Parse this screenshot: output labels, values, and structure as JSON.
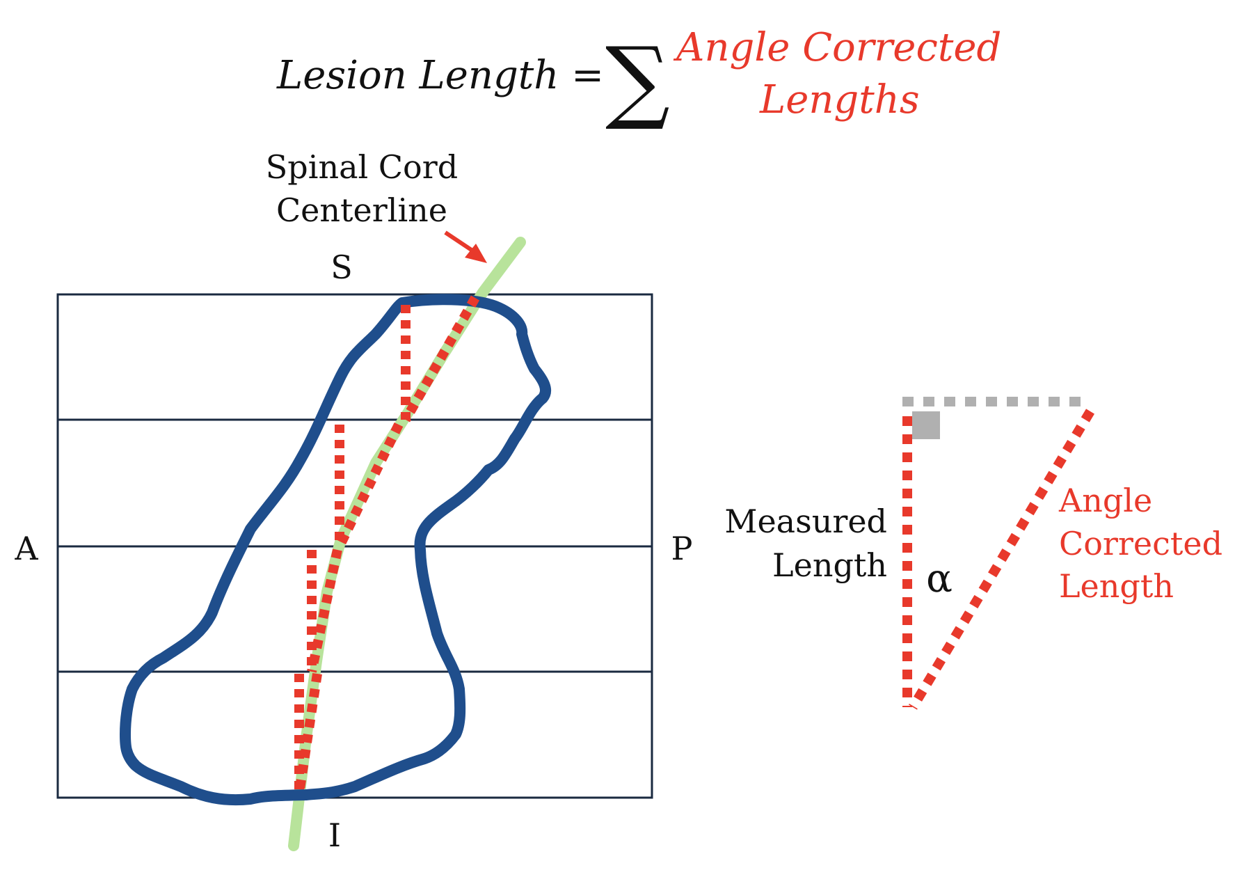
{
  "formula": {
    "lhs": "Lesion Length =",
    "sum_symbol": "∑",
    "rhs_line1": "Angle Corrected",
    "rhs_line2": "Lengths"
  },
  "centerline_label": {
    "line1": "Spinal Cord",
    "line2": "Centerline"
  },
  "orientation_labels": {
    "superior": "S",
    "inferior": "I",
    "anterior": "A",
    "posterior": "P"
  },
  "triangle": {
    "measured_line1": "Measured",
    "measured_line2": "Length",
    "angle_symbol": "α",
    "corrected_line1": "Angle",
    "corrected_line2": "Corrected",
    "corrected_line3": "Length"
  },
  "colors": {
    "text": "#111111",
    "accent_red": "#e8392b",
    "lesion_blue": "#1f4e8c",
    "centerline_green": "#b8e39b",
    "grid_line": "#1a2a40",
    "gray": "#b0b0b0"
  }
}
